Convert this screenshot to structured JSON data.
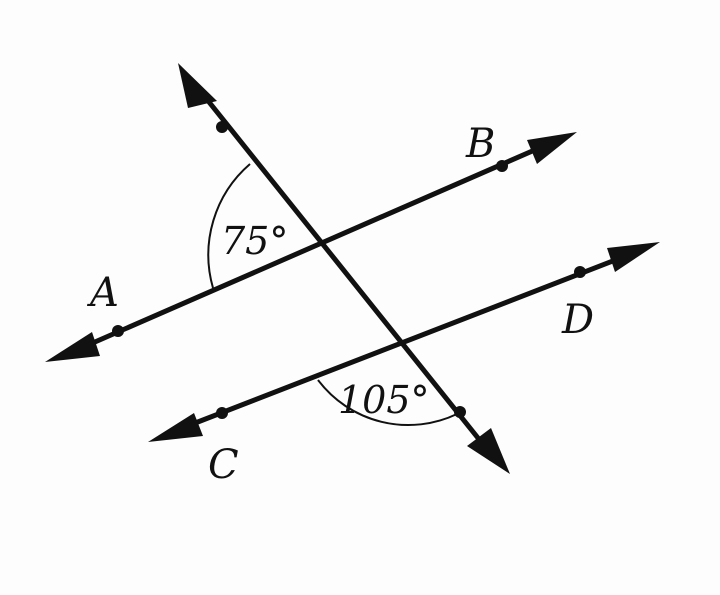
{
  "points": {
    "a": "A",
    "b": "B",
    "c": "C",
    "d": "D"
  },
  "angles": {
    "upper": "75°",
    "lower": "105°"
  },
  "colors": {
    "ink": "#111111",
    "paper": "#fdfdfd"
  }
}
